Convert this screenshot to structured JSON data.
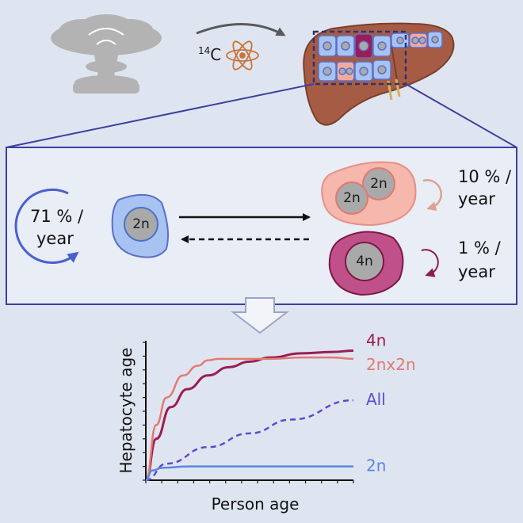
{
  "top": {
    "isotope_mass": "14",
    "isotope_symbol": "C"
  },
  "turnover": {
    "diploid_rate_line1": "71 % /",
    "diploid_rate_line2": "year",
    "binuclear_rate_line1": "10 % /",
    "binuclear_rate_line2": "year",
    "tetraploid_rate_line1": "1 % /",
    "tetraploid_rate_line2": "year"
  },
  "cells": {
    "diploid_label": "2n",
    "binuclear_label_a": "2n",
    "binuclear_label_b": "2n",
    "tetraploid_label": "4n"
  },
  "colors": {
    "diploid": "#5b86e0",
    "binuclear": "#e27a72",
    "tetraploid": "#9c1c54",
    "all": "#5b4bd0",
    "liver": "#a65c44",
    "cloud": "#b3b3b3",
    "frame": "#3d3fa0"
  },
  "chart_data": {
    "type": "line",
    "xlabel": "Person age",
    "ylabel": "Hepatocyte age",
    "xlim": [
      0,
      100
    ],
    "ylim": [
      0,
      100
    ],
    "series": [
      {
        "name": "4n",
        "x": [
          0,
          5,
          12,
          20,
          30,
          40,
          50,
          60,
          75,
          90,
          100
        ],
        "y": [
          0,
          30,
          53,
          66,
          76,
          82,
          86,
          89,
          92,
          93,
          94
        ]
      },
      {
        "name": "2nx2n",
        "x": [
          0,
          5,
          10,
          18,
          25,
          30,
          35,
          45,
          60,
          75,
          90,
          100
        ],
        "y": [
          0,
          40,
          60,
          76,
          83,
          87,
          88,
          88,
          88,
          89,
          89,
          88
        ]
      },
      {
        "name": "All",
        "x": [
          0,
          10,
          30,
          50,
          70,
          100
        ],
        "y": [
          0,
          12,
          24,
          34,
          44,
          58
        ]
      },
      {
        "name": "2n",
        "x": [
          0,
          3,
          8,
          20,
          50,
          100
        ],
        "y": [
          0,
          7,
          9,
          10,
          10,
          10
        ]
      }
    ]
  }
}
